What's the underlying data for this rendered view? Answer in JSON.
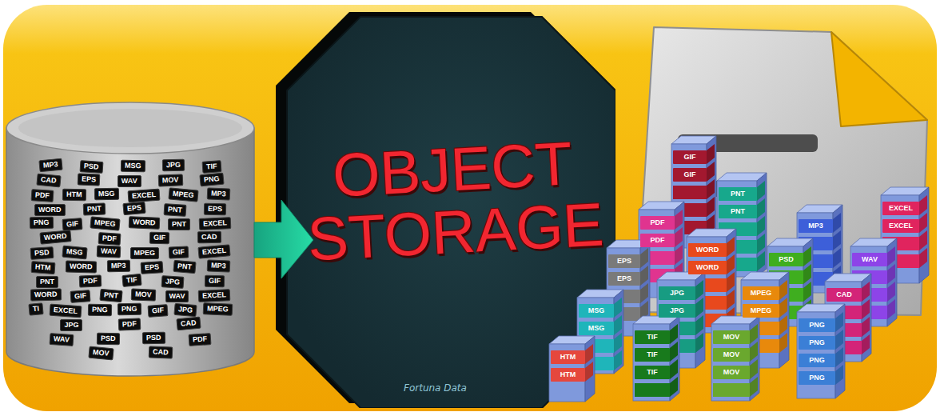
{
  "diagram": {
    "nodes": [
      {
        "text": [
          "MP3"
        ]
      },
      {
        "text": [
          "PSD"
        ]
      },
      {
        "text": [
          "MSG"
        ]
      },
      {
        "text": [
          "JPG"
        ]
      },
      {
        "text": [
          "TIF"
        ]
      },
      {
        "text": [
          "CAD"
        ]
      },
      {
        "text": [
          "EPS"
        ]
      },
      {
        "text": [
          "WAV"
        ]
      },
      {
        "text": [
          "MOV"
        ]
      },
      {
        "text": [
          "PNG"
        ]
      },
      {
        "text": [
          "PDF"
        ]
      },
      {
        "text": [
          "HTM"
        ]
      },
      {
        "text": [
          "MSG"
        ]
      },
      {
        "text": [
          "EXCEL"
        ]
      },
      {
        "text": [
          "MPEG"
        ]
      },
      {
        "text": [
          "MP3"
        ]
      },
      {
        "text": [
          "WORD"
        ]
      },
      {
        "text": [
          "PNT"
        ]
      },
      {
        "text": [
          "EPS"
        ]
      },
      {
        "text": [
          "PNT"
        ]
      },
      {
        "text": [
          "EPS"
        ]
      },
      {
        "text": [
          "PNG"
        ]
      },
      {
        "text": [
          "GIF"
        ]
      },
      {
        "text": [
          "MPEG"
        ]
      },
      {
        "text": [
          "WORD"
        ]
      },
      {
        "text": [
          "PNT"
        ]
      },
      {
        "text": [
          "EXCEL"
        ]
      },
      {
        "text": [
          "WORD"
        ]
      },
      {
        "text": [
          "PDF"
        ]
      },
      {
        "text": [
          "GIF"
        ]
      },
      {
        "text": [
          "CAD"
        ]
      },
      {
        "text": [
          "PSD"
        ]
      },
      {
        "text": [
          "MSG"
        ]
      },
      {
        "text": [
          "WAV"
        ]
      },
      {
        "text": [
          "MPEG"
        ]
      },
      {
        "text": [
          "GIF"
        ]
      },
      {
        "text": [
          "EXCEL"
        ]
      },
      {
        "text": [
          "HTM"
        ]
      },
      {
        "text": [
          "WORD"
        ]
      },
      {
        "text": [
          "MP3"
        ]
      },
      {
        "text": [
          "EPS"
        ]
      },
      {
        "text": [
          "PNT"
        ]
      },
      {
        "text": [
          "MP3"
        ]
      },
      {
        "text": [
          "PNT"
        ]
      },
      {
        "text": [
          "PDF"
        ]
      },
      {
        "text": [
          "TIF"
        ]
      },
      {
        "text": [
          "JPG"
        ]
      },
      {
        "text": [
          "GIF"
        ]
      },
      {
        "text": [
          "WORD"
        ]
      },
      {
        "text": [
          "GIF"
        ]
      },
      {
        "text": [
          "PNT"
        ]
      },
      {
        "text": [
          "MOV"
        ]
      },
      {
        "text": [
          "WAV"
        ]
      },
      {
        "text": [
          "EXCEL"
        ]
      },
      {
        "text": [
          "TI"
        ]
      },
      {
        "text": [
          "EXCEL"
        ]
      },
      {
        "text": [
          "PNG"
        ]
      },
      {
        "text": [
          "PNG"
        ]
      },
      {
        "text": [
          "GIF"
        ]
      },
      {
        "text": [
          "JPG"
        ]
      },
      {
        "text": [
          "MPEG"
        ]
      },
      {
        "text": [
          "JPG"
        ]
      },
      {
        "text": [
          "PDF"
        ]
      },
      {
        "text": [
          "CAD"
        ]
      },
      {
        "text": [
          "WAV"
        ]
      },
      {
        "text": [
          "PSD"
        ]
      },
      {
        "text": [
          "PSD"
        ]
      },
      {
        "text": [
          "PDF"
        ]
      },
      {
        "text": [
          "MOV"
        ]
      },
      {
        "text": [
          "CAD"
        ]
      },
      {
        "text": [
          "OBJECT STORAGE"
        ]
      },
      {
        "text": [
          "GIF"
        ]
      },
      {
        "text": [
          "GIF"
        ]
      },
      {
        "text": [
          "PNT"
        ]
      },
      {
        "text": [
          "PNT"
        ]
      },
      {
        "text": [
          "EXCEL"
        ]
      },
      {
        "text": [
          "EXCEL"
        ]
      },
      {
        "text": [
          "PDF"
        ]
      },
      {
        "text": [
          "PDF"
        ]
      },
      {
        "text": [
          "MP3"
        ]
      },
      {
        "text": [
          "WORD"
        ]
      },
      {
        "text": [
          "WORD"
        ]
      },
      {
        "text": [
          "EPS"
        ]
      },
      {
        "text": [
          "EPS"
        ]
      },
      {
        "text": [
          "PSD"
        ]
      },
      {
        "text": [
          "WAV"
        ]
      },
      {
        "text": [
          "JPG"
        ]
      },
      {
        "text": [
          "JPG"
        ]
      },
      {
        "text": [
          "MPEG"
        ]
      },
      {
        "text": [
          "MPEG"
        ]
      },
      {
        "text": [
          "CAD"
        ]
      },
      {
        "text": [
          "MSG"
        ]
      },
      {
        "text": [
          "MSG"
        ]
      },
      {
        "text": [
          "PNG"
        ]
      },
      {
        "text": [
          "PNG"
        ]
      },
      {
        "text": [
          "PNG"
        ]
      },
      {
        "text": [
          "PNG"
        ]
      },
      {
        "text": [
          "HTM"
        ]
      },
      {
        "text": [
          "HTM"
        ]
      },
      {
        "text": [
          "TIF"
        ]
      },
      {
        "text": [
          "TIF"
        ]
      },
      {
        "text": [
          "TIF"
        ]
      },
      {
        "text": [
          "MOV"
        ]
      },
      {
        "text": [
          "MOV"
        ]
      },
      {
        "text": [
          "MOV"
        ]
      }
    ],
    "labels": [
      "Fortuna Data"
    ]
  }
}
